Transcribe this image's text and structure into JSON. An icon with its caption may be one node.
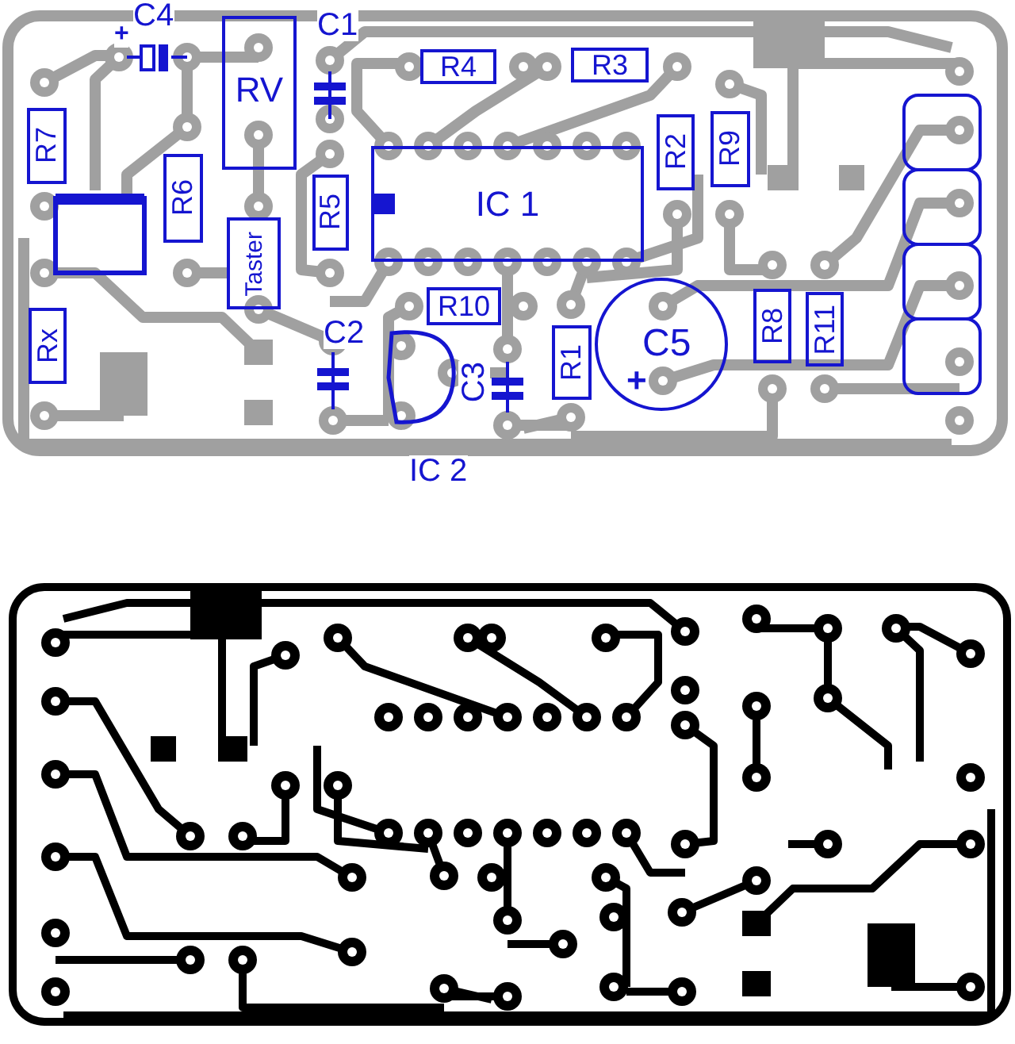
{
  "diagram": {
    "nodes": [
      {
        "text": [
          "RV"
        ]
      },
      {
        "text": [
          "R4"
        ]
      },
      {
        "text": [
          "R3"
        ]
      },
      {
        "text": [
          "R7"
        ]
      },
      {
        "text": [
          "R2"
        ]
      },
      {
        "text": [
          "R9"
        ]
      },
      {
        "text": [
          "IC 1"
        ]
      },
      {
        "text": [
          "R6"
        ]
      },
      {
        "text": [
          "R5"
        ]
      },
      {
        "text": [
          "Taster"
        ]
      },
      {
        "text": [
          "R10"
        ]
      },
      {
        "text": [
          "Rx"
        ]
      },
      {
        "text": [
          "R1"
        ]
      },
      {
        "text": [
          "C5",
          "+"
        ]
      },
      {
        "text": [
          "R8"
        ]
      },
      {
        "text": [
          "R11"
        ]
      }
    ],
    "labels": [
      "C4",
      "+",
      "C1",
      "C2",
      "C3",
      "IC 2"
    ]
  }
}
